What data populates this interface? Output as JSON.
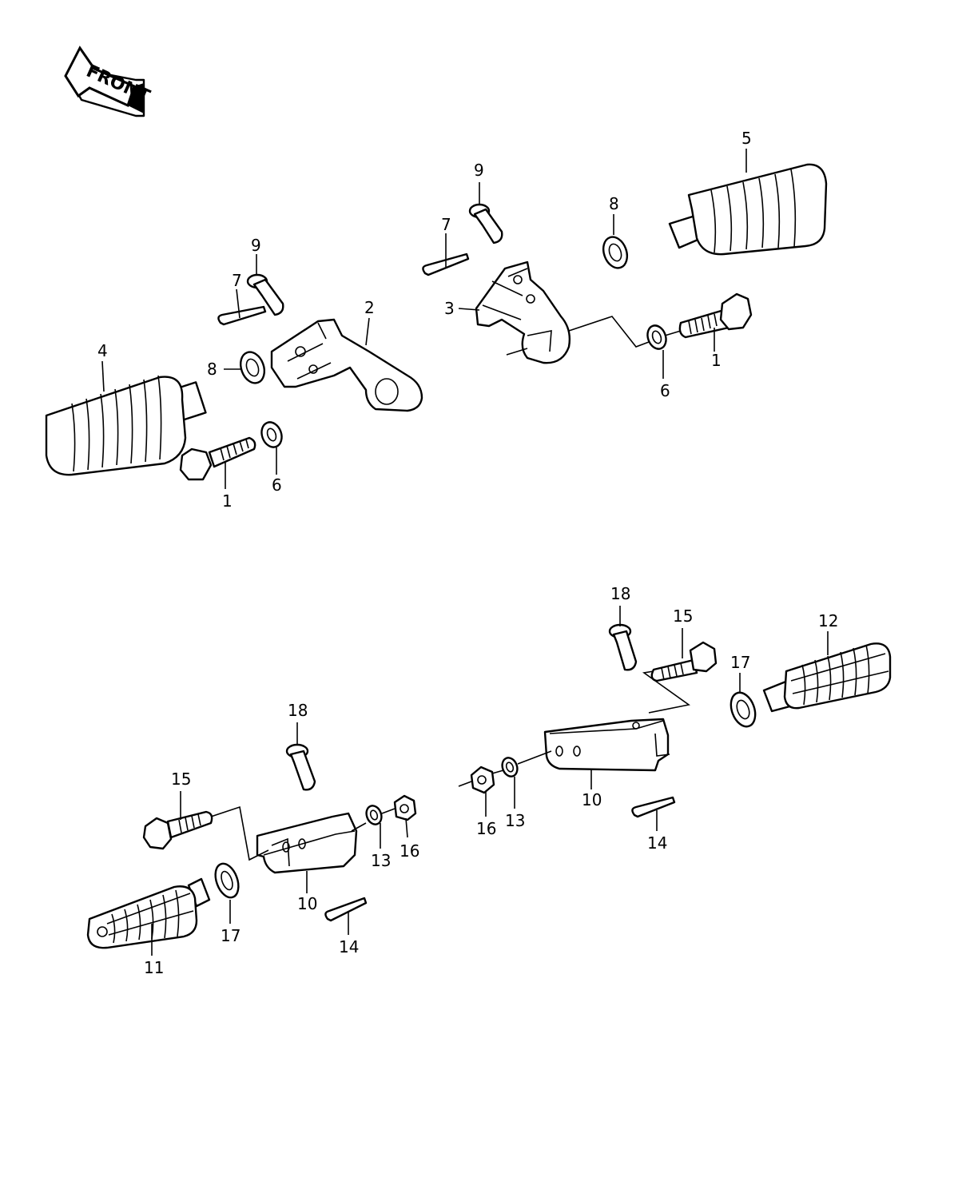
{
  "front_arrow": {
    "label": "FRONT",
    "icon": "front-direction-arrow-icon"
  },
  "callouts": {
    "c1a": "1",
    "c1b": "1",
    "c2": "2",
    "c3": "3",
    "c4": "4",
    "c5": "5",
    "c6a": "6",
    "c6b": "6",
    "c7a": "7",
    "c7b": "7",
    "c8a": "8",
    "c8b": "8",
    "c9a": "9",
    "c9b": "9",
    "c10a": "10",
    "c10b": "10",
    "c11": "11",
    "c12": "12",
    "c13a": "13",
    "c13b": "13",
    "c14a": "14",
    "c14b": "14",
    "c15a": "15",
    "c15b": "15",
    "c16a": "16",
    "c16b": "16",
    "c17a": "17",
    "c17b": "17",
    "c18a": "18",
    "c18b": "18"
  }
}
